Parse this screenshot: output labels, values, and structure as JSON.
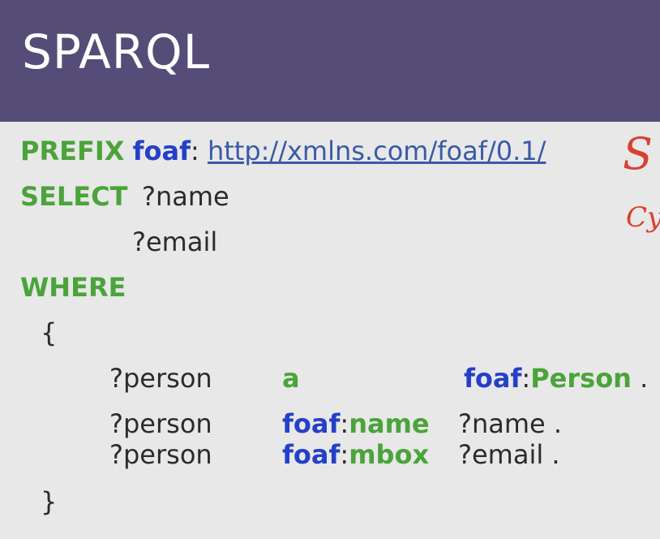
{
  "slide": {
    "title": "SPARQL"
  },
  "query": {
    "prefix_kw": "PREFIX",
    "prefix_ns": "foaf",
    "prefix_colon": ":",
    "prefix_uri": "http://xmlns.com/foaf/0.1/",
    "select_kw": "SELECT",
    "select_vars": [
      "?name",
      "?email"
    ],
    "where_kw": "WHERE",
    "open_brace": "{",
    "close_brace": "}",
    "triples": [
      {
        "subject": "?person",
        "predicate": "a",
        "object_ns": "foaf",
        "object_local": "Person",
        "end": "."
      },
      {
        "subject": "?person",
        "predicate_ns": "foaf",
        "predicate_local": "name",
        "object": "?name",
        "end": "."
      },
      {
        "subject": "?person",
        "predicate_ns": "foaf",
        "predicate_local": "mbox",
        "object": "?email",
        "end": "."
      }
    ]
  },
  "annotations": {
    "red_mark_1": "S",
    "red_mark_2": "Cy"
  }
}
